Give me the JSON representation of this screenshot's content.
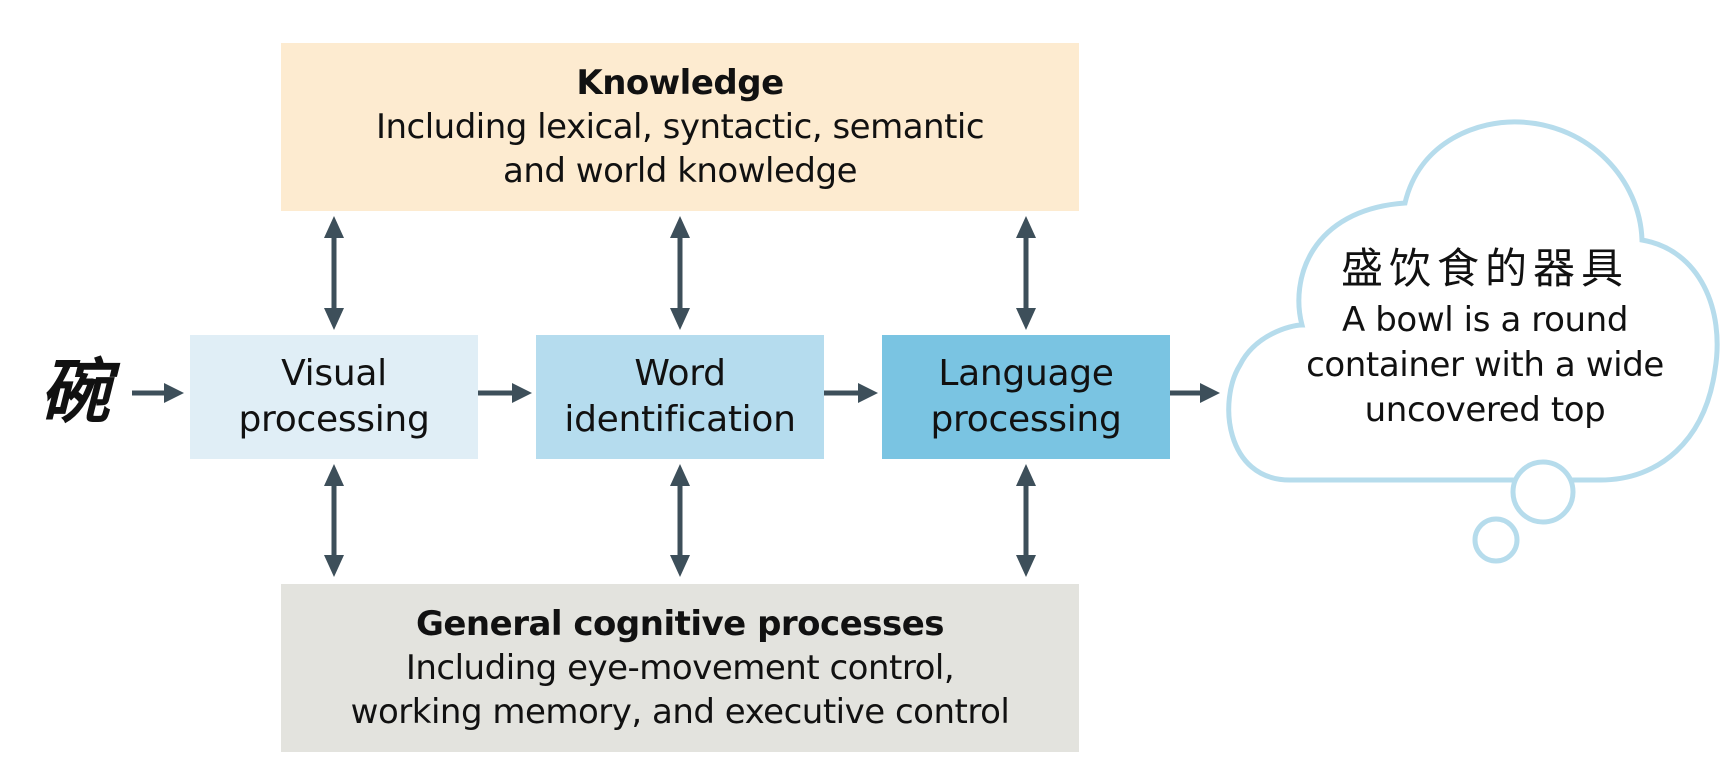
{
  "diagram": {
    "input_character": "碗",
    "knowledge": {
      "title": "Knowledge",
      "description": "Including lexical, syntactic, semantic\nand world knowledge"
    },
    "stages": [
      {
        "label": "Visual\nprocessing"
      },
      {
        "label": "Word\nidentification"
      },
      {
        "label": "Language\nprocessing"
      }
    ],
    "general": {
      "title": "General cognitive processes",
      "description": "Including eye-movement control,\nworking memory, and executive control"
    },
    "thought": {
      "chinese": "盛饮食的器具",
      "english": "A bowl is a round\ncontainer with a wide\nuncovered top"
    },
    "colors": {
      "knowledge_fill": "#fdebd0",
      "general_fill": "#e3e3de",
      "visual_fill": "#e0eef6",
      "word_fill": "#b5dcee",
      "language_fill": "#7ac4e2",
      "arrow": "#3d4f5a",
      "cloud_outline": "#b6dcec"
    }
  }
}
